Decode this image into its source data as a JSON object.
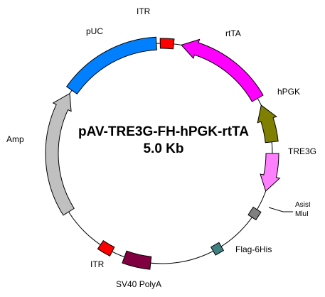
{
  "plasmid": {
    "name": "pAV-TRE3G-FH-hPGK-rtTA",
    "size": "5.0 Kb"
  },
  "features": {
    "itr_top": {
      "label": "ITR",
      "color": "#ff0000"
    },
    "rtta": {
      "label": "rtTA",
      "color": "#ff00ff"
    },
    "hpgk": {
      "label": "hPGK",
      "color": "#808000"
    },
    "tre3g": {
      "label": "TRE3G",
      "color": "#ff80ff"
    },
    "asisi": {
      "label": "AsisI",
      "label2": "MluI",
      "color": "#808080"
    },
    "flag": {
      "label": "Flag-6His",
      "color": "#3f8080"
    },
    "sv40": {
      "label": "SV40 PolyA",
      "color": "#800040"
    },
    "itr_bottom": {
      "label": "ITR",
      "color": "#ff0000"
    },
    "amp": {
      "label": "Amp",
      "color": "#c0c0c0"
    },
    "puc": {
      "label": "pUC",
      "color": "#0080ff"
    }
  }
}
